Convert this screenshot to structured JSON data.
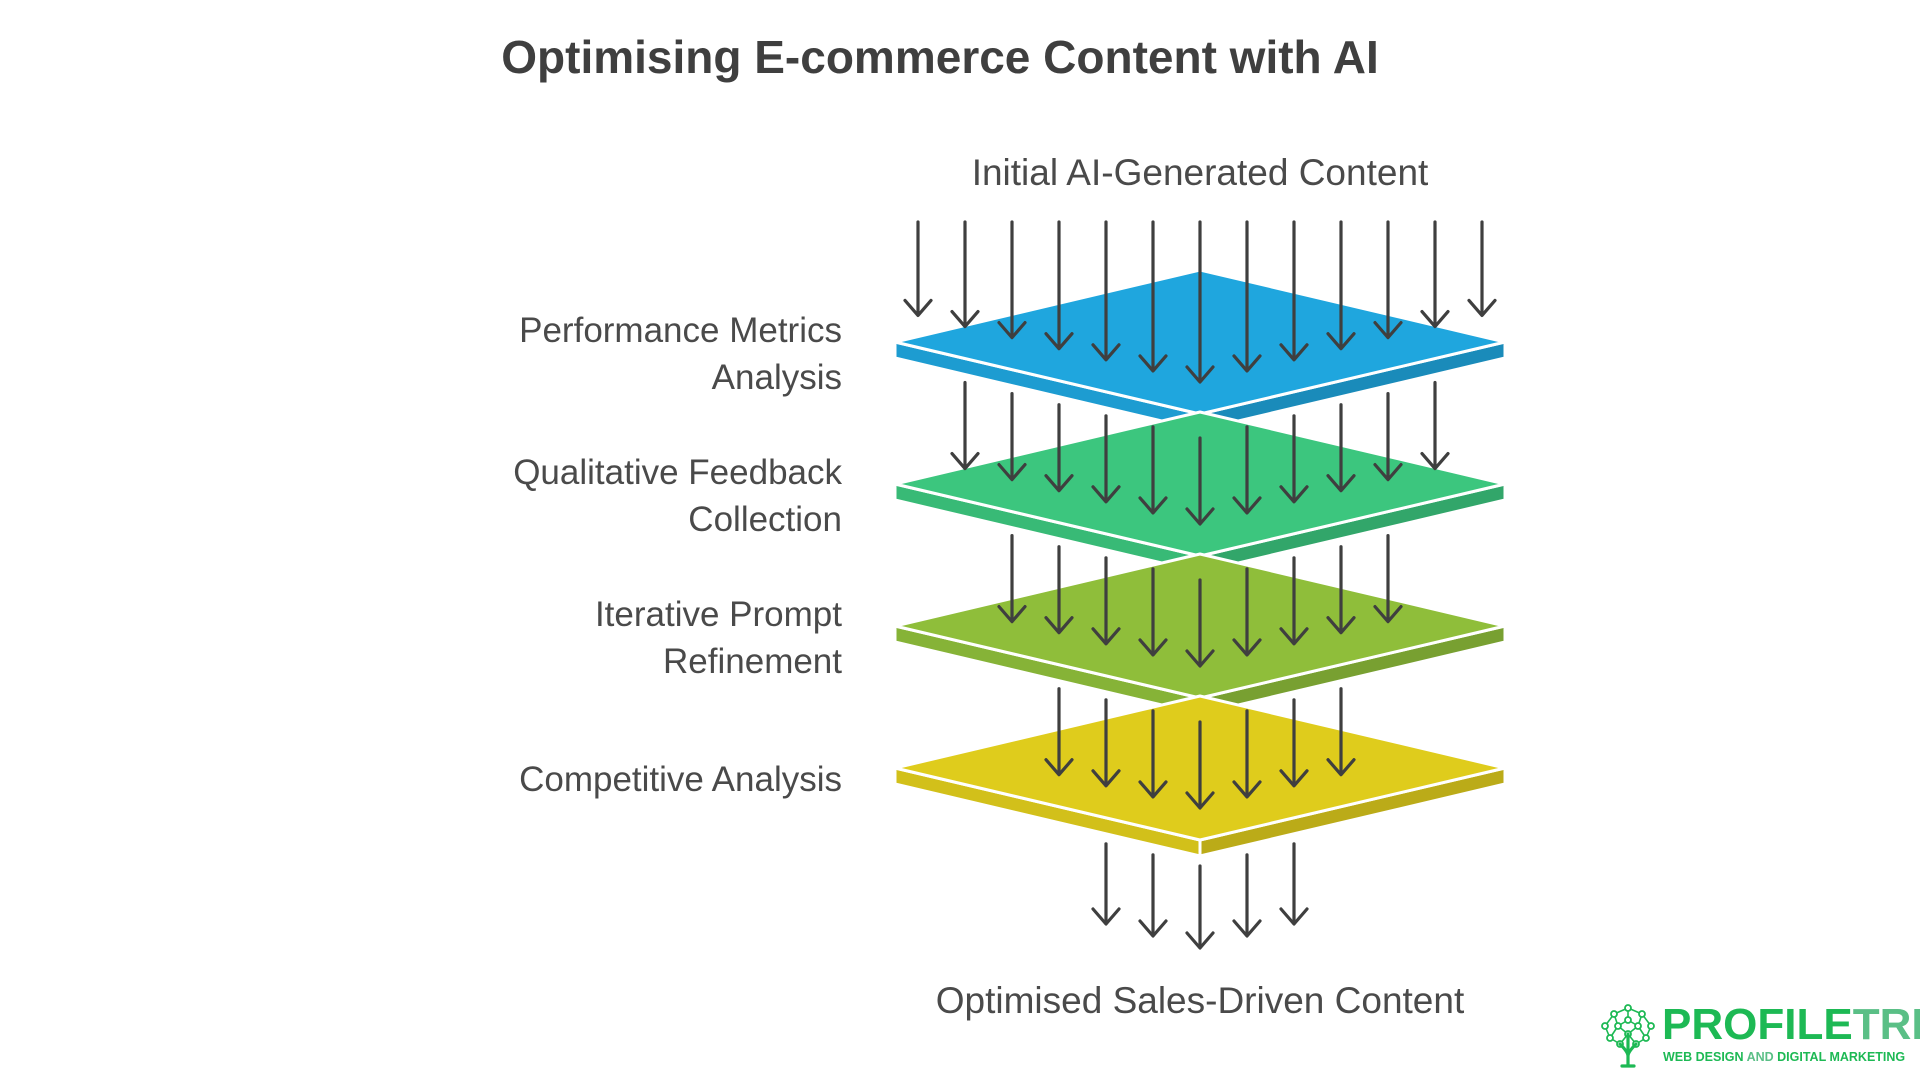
{
  "title": "Optimising E-commerce Content with AI",
  "input_label": "Initial AI-Generated Content",
  "output_label": "Optimised Sales-Driven Content",
  "layers": [
    {
      "name": "Performance Metrics",
      "name_line2": "Analysis",
      "color": "#1FA6DE",
      "arrows_above": 13
    },
    {
      "name": "Qualitative Feedback",
      "name_line2": "Collection",
      "color": "#3CC67E",
      "arrows_above": 11
    },
    {
      "name": "Iterative Prompt",
      "name_line2": "Refinement",
      "color": "#8FBE3A",
      "arrows_above": 9
    },
    {
      "name": "Competitive Analysis",
      "name_line2": "",
      "color": "#DFCC1C",
      "arrows_above": 7
    }
  ],
  "output_arrows": 5,
  "logo": {
    "name_part1": "PROFILE",
    "name_part2": "TREE",
    "tagline_part1": "WEB DESIGN ",
    "tagline_part2": "AND",
    "tagline_part3": " DIGITAL MARKETING",
    "color_primary": "#1DB954",
    "color_secondary": "#5ABF86"
  },
  "colors": {
    "text": "#4A4A4A",
    "title": "#3F3F3F",
    "arrow": "#3F3F3F"
  }
}
